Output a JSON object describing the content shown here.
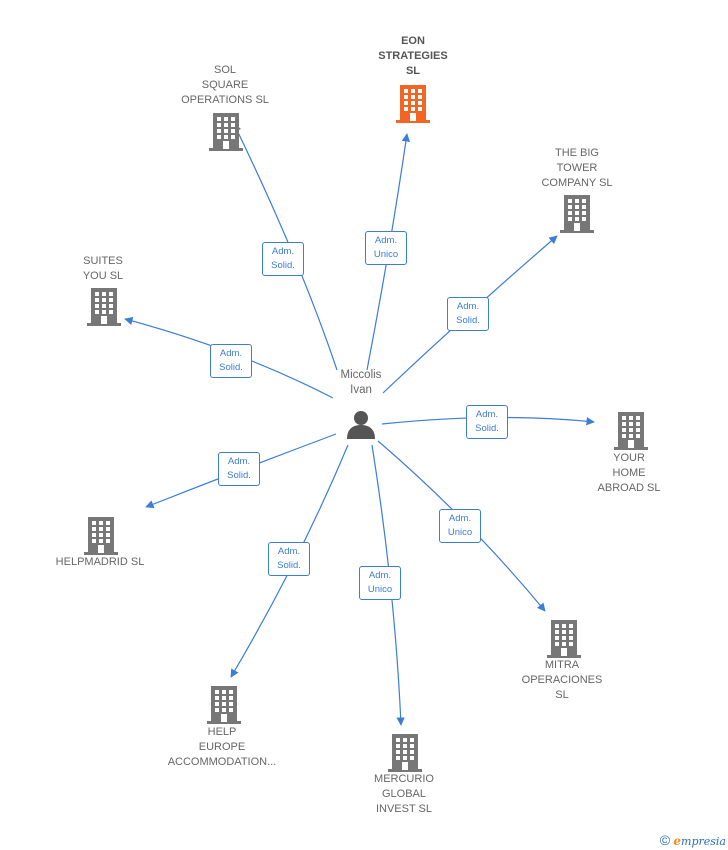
{
  "person": {
    "label": "Miccolis\nIvan"
  },
  "companies": [
    {
      "id": "eon",
      "label": "EON\nSTRATEGIES\nSL",
      "highlight": true,
      "color": "#f26522",
      "role": "Adm.\nUnico"
    },
    {
      "id": "sol",
      "label": "SOL\nSQUARE\nOPERATIONS SL",
      "highlight": false,
      "color": "#777777",
      "role": "Adm.\nSolid."
    },
    {
      "id": "bigtower",
      "label": "THE BIG\nTOWER\nCOMPANY SL",
      "highlight": false,
      "color": "#777777",
      "role": "Adm.\nSolid."
    },
    {
      "id": "suites",
      "label": "SUITES\nYOU SL",
      "highlight": false,
      "color": "#777777",
      "role": "Adm.\nSolid."
    },
    {
      "id": "yourhome",
      "label": "YOUR\nHOME\nABROAD SL",
      "highlight": false,
      "color": "#777777",
      "role": "Adm.\nSolid."
    },
    {
      "id": "helpmadrid",
      "label": "HELPMADRID SL",
      "highlight": false,
      "color": "#777777",
      "role": "Adm.\nSolid."
    },
    {
      "id": "mitra",
      "label": "MITRA\nOPERACIONES\nSL",
      "highlight": false,
      "color": "#777777",
      "role": "Adm.\nUnico"
    },
    {
      "id": "helpeurope",
      "label": "HELP\nEUROPE\nACCOMMODATION...",
      "highlight": false,
      "color": "#777777",
      "role": "Adm.\nSolid."
    },
    {
      "id": "mercurio",
      "label": "MERCURIO\nGLOBAL\nINVEST SL",
      "highlight": false,
      "color": "#777777",
      "role": "Adm.\nUnico"
    }
  ],
  "edge_color": "#3b7dd8",
  "watermark": {
    "symbol": "©",
    "brand_initial": "e",
    "brand_rest": "mpresia"
  }
}
